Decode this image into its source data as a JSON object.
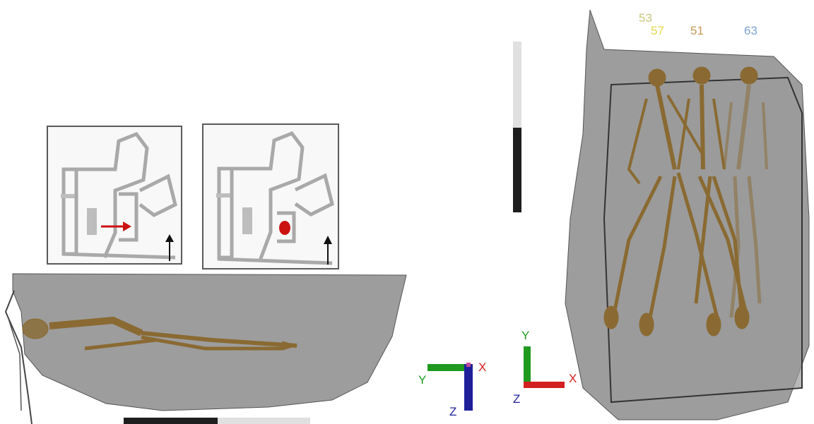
{
  "skeleton_labels": [
    {
      "text": "53",
      "color": "#c8c87a"
    },
    {
      "text": "57",
      "color": "#e6d84a"
    },
    {
      "text": "51",
      "color": "#c89a5a"
    },
    {
      "text": "63",
      "color": "#7ba4d6"
    }
  ],
  "axes_front": {
    "y": "Y",
    "x": "X",
    "z": "Z"
  },
  "axes_top": {
    "y": "Y",
    "x": "X",
    "z": "Z"
  },
  "colors": {
    "bone": "#8a6a32",
    "mesh": "#8c8c8c",
    "map_wall": "#a9a9a9",
    "marker": "#cc1111",
    "axis_x": "#d21f1f",
    "axis_y": "#1f9a1f",
    "axis_z": "#1f1f9a"
  }
}
